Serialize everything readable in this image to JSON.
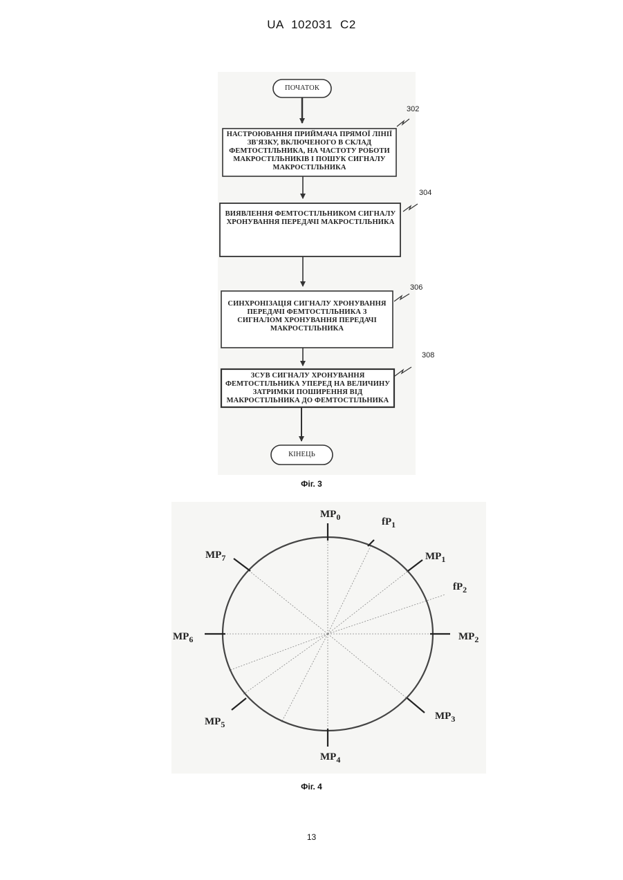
{
  "header": {
    "document_id": "UA   102031   C2"
  },
  "fig3": {
    "start": "ПОЧАТОК",
    "end": "КІНЕЦЬ",
    "steps": [
      {
        "ref": "302",
        "text": "Настроювання приймача прямої лінії зв'язку, включеного в склад фемтостільника, на частоту роботи макростільників і пошук сигналу макростільника"
      },
      {
        "ref": "304",
        "text": "Виявлення фемтостільником сигналу хронування передачі макростільника"
      },
      {
        "ref": "306",
        "text": "Синхронізація сигналу хронування передачі фемтостільника з сигналом хронування передачі макростільника"
      },
      {
        "ref": "308",
        "text": "Зсув сигналу хронування фемтостільника уперед на величину затримки поширення від макростільника до фемтостільника"
      }
    ],
    "caption": "Фіг. 3"
  },
  "fig4": {
    "labels": {
      "mp0": {
        "base": "MP",
        "sub": "0"
      },
      "mp1": {
        "base": "MP",
        "sub": "1"
      },
      "mp2": {
        "base": "MP",
        "sub": "2"
      },
      "mp3": {
        "base": "MP",
        "sub": "3"
      },
      "mp4": {
        "base": "MP",
        "sub": "4"
      },
      "mp5": {
        "base": "MP",
        "sub": "5"
      },
      "mp6": {
        "base": "MP",
        "sub": "6"
      },
      "mp7": {
        "base": "MP",
        "sub": "7"
      },
      "fp1": {
        "base": "fP",
        "sub": "1"
      },
      "fp2": {
        "base": "fP",
        "sub": "2"
      }
    },
    "caption": "Фіг. 4"
  },
  "page_number": "13"
}
